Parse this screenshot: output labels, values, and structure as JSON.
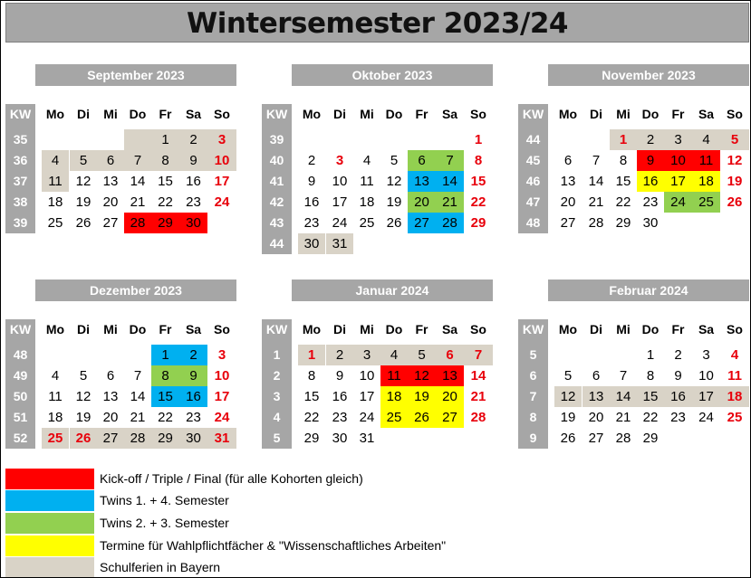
{
  "title": "Wintersemester 2023/24",
  "colors": {
    "header_gray": "#a6a6a6",
    "red": "#ff0000",
    "blue": "#00b0f0",
    "green": "#92d050",
    "yellow": "#ffff00",
    "beige": "#d9d3c7",
    "sunday_text": "#e8000b"
  },
  "weekday_header": [
    "KW",
    "Mo",
    "Di",
    "Mi",
    "Do",
    "Fr",
    "Sa",
    "So"
  ],
  "months": [
    {
      "name": "September 2023",
      "weeks": [
        {
          "kw": "35",
          "days": [
            "",
            "",
            "",
            "",
            "1",
            "2",
            "3"
          ],
          "hl": [
            "",
            "",
            "",
            "beige",
            "beige",
            "beige",
            "beige"
          ]
        },
        {
          "kw": "36",
          "days": [
            "4",
            "5",
            "6",
            "7",
            "8",
            "9",
            "10"
          ],
          "hl": [
            "beige",
            "beige",
            "beige",
            "beige",
            "beige",
            "beige",
            "beige"
          ]
        },
        {
          "kw": "37",
          "days": [
            "11",
            "12",
            "13",
            "14",
            "15",
            "16",
            "17"
          ],
          "hl": [
            "beige",
            "",
            "",
            "",
            "",
            "",
            ""
          ]
        },
        {
          "kw": "38",
          "days": [
            "18",
            "19",
            "20",
            "21",
            "22",
            "23",
            "24"
          ],
          "hl": [
            "",
            "",
            "",
            "",
            "",
            "",
            ""
          ]
        },
        {
          "kw": "39",
          "days": [
            "25",
            "26",
            "27",
            "28",
            "29",
            "30",
            ""
          ],
          "hl": [
            "",
            "",
            "",
            "red",
            "red",
            "red",
            ""
          ]
        }
      ]
    },
    {
      "name": "Oktober 2023",
      "weeks": [
        {
          "kw": "39",
          "days": [
            "",
            "",
            "",
            "",
            "",
            "",
            "1"
          ],
          "hl": [
            "",
            "",
            "",
            "",
            "",
            "",
            ""
          ]
        },
        {
          "kw": "40",
          "days": [
            "2",
            "3",
            "4",
            "5",
            "6",
            "7",
            "8"
          ],
          "hl": [
            "",
            "",
            "",
            "",
            "green",
            "green",
            ""
          ]
        },
        {
          "kw": "41",
          "days": [
            "9",
            "10",
            "11",
            "12",
            "13",
            "14",
            "15"
          ],
          "hl": [
            "",
            "",
            "",
            "",
            "blue",
            "blue",
            ""
          ]
        },
        {
          "kw": "42",
          "days": [
            "16",
            "17",
            "18",
            "19",
            "20",
            "21",
            "22"
          ],
          "hl": [
            "",
            "",
            "",
            "",
            "green",
            "green",
            ""
          ]
        },
        {
          "kw": "43",
          "days": [
            "23",
            "24",
            "25",
            "26",
            "27",
            "28",
            "29"
          ],
          "hl": [
            "",
            "",
            "",
            "",
            "blue",
            "blue",
            ""
          ]
        },
        {
          "kw": "44",
          "days": [
            "30",
            "31",
            "",
            "",
            "",
            "",
            ""
          ],
          "hl": [
            "beige",
            "beige",
            "",
            "",
            "",
            "",
            ""
          ]
        }
      ],
      "red_days": [
        "3"
      ]
    },
    {
      "name": "November 2023",
      "weeks": [
        {
          "kw": "44",
          "days": [
            "",
            "",
            "1",
            "2",
            "3",
            "4",
            "5"
          ],
          "hl": [
            "",
            "",
            "beige",
            "beige",
            "beige",
            "beige",
            "beige"
          ]
        },
        {
          "kw": "45",
          "days": [
            "6",
            "7",
            "8",
            "9",
            "10",
            "11",
            "12"
          ],
          "hl": [
            "",
            "",
            "",
            "red",
            "red",
            "red",
            ""
          ]
        },
        {
          "kw": "46",
          "days": [
            "13",
            "14",
            "15",
            "16",
            "17",
            "18",
            "19"
          ],
          "hl": [
            "",
            "",
            "",
            "yellow",
            "yellow",
            "yellow",
            ""
          ]
        },
        {
          "kw": "47",
          "days": [
            "20",
            "21",
            "22",
            "23",
            "24",
            "25",
            "26"
          ],
          "hl": [
            "",
            "",
            "",
            "",
            "green",
            "green",
            ""
          ]
        },
        {
          "kw": "48",
          "days": [
            "27",
            "28",
            "29",
            "30",
            "",
            "",
            ""
          ],
          "hl": [
            "",
            "",
            "",
            "",
            "",
            "",
            ""
          ]
        }
      ],
      "red_days": [
        "1"
      ]
    },
    {
      "name": "Dezember 2023",
      "weeks": [
        {
          "kw": "48",
          "days": [
            "",
            "",
            "",
            "",
            "1",
            "2",
            "3"
          ],
          "hl": [
            "",
            "",
            "",
            "",
            "blue",
            "blue",
            ""
          ]
        },
        {
          "kw": "49",
          "days": [
            "4",
            "5",
            "6",
            "7",
            "8",
            "9",
            "10"
          ],
          "hl": [
            "",
            "",
            "",
            "",
            "green",
            "green",
            ""
          ]
        },
        {
          "kw": "50",
          "days": [
            "11",
            "12",
            "13",
            "14",
            "15",
            "16",
            "17"
          ],
          "hl": [
            "",
            "",
            "",
            "",
            "blue",
            "blue",
            ""
          ]
        },
        {
          "kw": "51",
          "days": [
            "18",
            "19",
            "20",
            "21",
            "22",
            "23",
            "24"
          ],
          "hl": [
            "",
            "",
            "",
            "",
            "",
            "",
            ""
          ]
        },
        {
          "kw": "52",
          "days": [
            "25",
            "26",
            "27",
            "28",
            "29",
            "30",
            "31"
          ],
          "hl": [
            "beige",
            "beige",
            "beige",
            "beige",
            "beige",
            "beige",
            "beige"
          ]
        }
      ],
      "red_days": [
        "25",
        "26"
      ]
    },
    {
      "name": "Januar 2024",
      "weeks": [
        {
          "kw": "1",
          "days": [
            "1",
            "2",
            "3",
            "4",
            "5",
            "6",
            "7"
          ],
          "hl": [
            "beige",
            "beige",
            "beige",
            "beige",
            "beige",
            "beige",
            "beige"
          ]
        },
        {
          "kw": "2",
          "days": [
            "8",
            "9",
            "10",
            "11",
            "12",
            "13",
            "14"
          ],
          "hl": [
            "",
            "",
            "",
            "red",
            "red",
            "red",
            ""
          ]
        },
        {
          "kw": "3",
          "days": [
            "15",
            "16",
            "17",
            "18",
            "19",
            "20",
            "21"
          ],
          "hl": [
            "",
            "",
            "",
            "yellow",
            "yellow",
            "yellow",
            ""
          ]
        },
        {
          "kw": "4",
          "days": [
            "22",
            "23",
            "24",
            "25",
            "26",
            "27",
            "28"
          ],
          "hl": [
            "",
            "",
            "",
            "yellow",
            "yellow",
            "yellow",
            ""
          ]
        },
        {
          "kw": "5",
          "days": [
            "29",
            "30",
            "31",
            "",
            "",
            "",
            ""
          ],
          "hl": [
            "",
            "",
            "",
            "",
            "",
            "",
            ""
          ]
        }
      ],
      "red_days": [
        "1",
        "6"
      ]
    },
    {
      "name": "Februar 2024",
      "weeks": [
        {
          "kw": "5",
          "days": [
            "",
            "",
            "",
            "1",
            "2",
            "3",
            "4"
          ],
          "hl": [
            "",
            "",
            "",
            "",
            "",
            "",
            ""
          ]
        },
        {
          "kw": "6",
          "days": [
            "5",
            "6",
            "7",
            "8",
            "9",
            "10",
            "11"
          ],
          "hl": [
            "",
            "",
            "",
            "",
            "",
            "",
            ""
          ]
        },
        {
          "kw": "7",
          "days": [
            "12",
            "13",
            "14",
            "15",
            "16",
            "17",
            "18"
          ],
          "hl": [
            "beige",
            "beige",
            "beige",
            "beige",
            "beige",
            "beige",
            "beige"
          ]
        },
        {
          "kw": "8",
          "days": [
            "19",
            "20",
            "21",
            "22",
            "23",
            "24",
            "25"
          ],
          "hl": [
            "",
            "",
            "",
            "",
            "",
            "",
            ""
          ]
        },
        {
          "kw": "9",
          "days": [
            "26",
            "27",
            "28",
            "29",
            "",
            "",
            ""
          ],
          "hl": [
            "",
            "",
            "",
            "",
            "",
            "",
            ""
          ]
        }
      ]
    }
  ],
  "legend": [
    {
      "color": "#ff0000",
      "label": "Kick-off / Triple / Final (für alle Kohorten gleich)"
    },
    {
      "color": "#00b0f0",
      "label": "Twins 1. + 4. Semester"
    },
    {
      "color": "#92d050",
      "label": "Twins 2. + 3. Semester"
    },
    {
      "color": "#ffff00",
      "label": "Termine für Wahlpflichtfächer & \"Wissenschaftliches Arbeiten\""
    },
    {
      "color": "#d9d3c7",
      "label": "Schulferien in Bayern"
    }
  ]
}
